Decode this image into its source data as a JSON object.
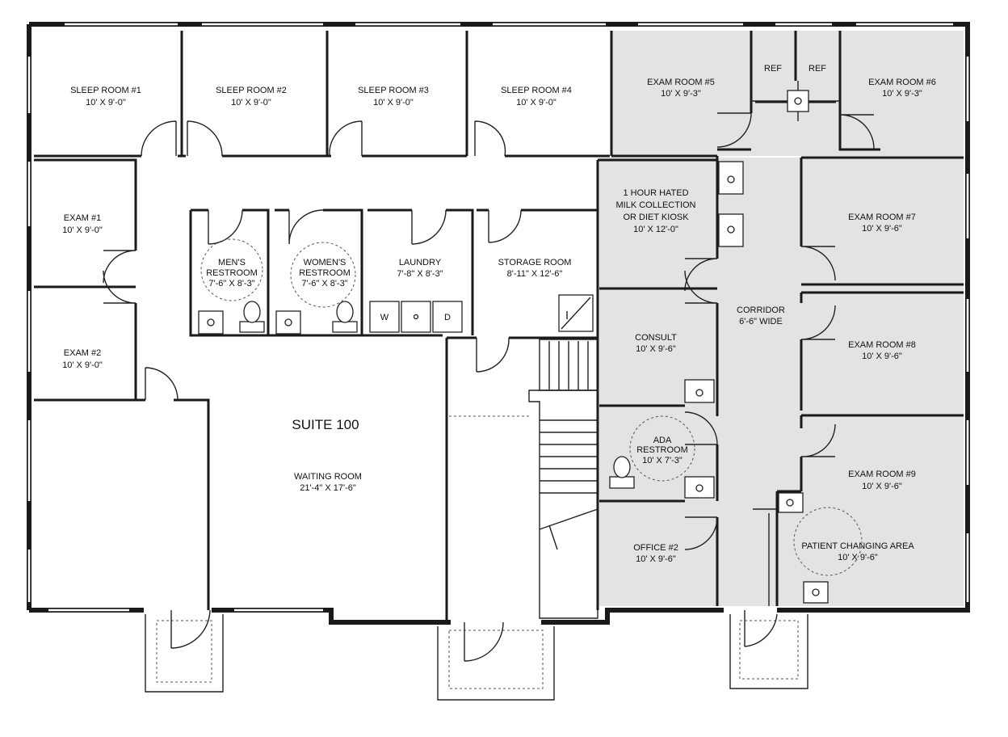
{
  "suite": {
    "title": "SUITE 100"
  },
  "rooms": {
    "sleep1": {
      "name": "SLEEP ROOM #1",
      "size": "10' X 9'-0\""
    },
    "sleep2": {
      "name": "SLEEP ROOM #2",
      "size": "10' X 9'-0\""
    },
    "sleep3": {
      "name": "SLEEP ROOM #3",
      "size": "10' X 9'-0\""
    },
    "sleep4": {
      "name": "SLEEP ROOM #4",
      "size": "10' X 9'-0\""
    },
    "exam5": {
      "name": "EXAM ROOM #5",
      "size": "10' X 9'-3\""
    },
    "exam6": {
      "name": "EXAM ROOM #6",
      "size": "10' X 9'-3\""
    },
    "ref_left": {
      "name": "REF"
    },
    "ref_right": {
      "name": "REF"
    },
    "exam1": {
      "name": "EXAM #1",
      "size": "10' X 9'-0\""
    },
    "exam2": {
      "name": "EXAM #2",
      "size": "10' X 9'-0\""
    },
    "mens": {
      "line1": "MEN'S",
      "line2": "RESTROOM",
      "size": "7'-6\" X 8'-3\""
    },
    "womens": {
      "line1": "WOMEN'S",
      "line2": "RESTROOM",
      "size": "7'-6\" X 8'-3\""
    },
    "laundry": {
      "name": "LAUNDRY",
      "size": "7'-8\" X 8'-3\""
    },
    "storage": {
      "name": "STORAGE ROOM",
      "size": "8'-11\" X 12'-6\""
    },
    "kiosk": {
      "line1": "1 HOUR HATED",
      "line2": "MILK COLLECTION",
      "line3": "OR DIET KIOSK",
      "size": "10' X 12'-0\""
    },
    "exam7": {
      "name": "EXAM ROOM #7",
      "size": "10' X 9'-6\""
    },
    "corridor": {
      "name": "CORRIDOR",
      "size": "6'-6\" WIDE"
    },
    "consult": {
      "name": "CONSULT",
      "size": "10' X 9'-6\""
    },
    "exam8": {
      "name": "EXAM ROOM #8",
      "size": "10' X 9'-6\""
    },
    "ada": {
      "line1": "ADA",
      "line2": "RESTROOM",
      "size": "10' X 7'-3\""
    },
    "exam9": {
      "name": "EXAM ROOM #9",
      "size": "10' X 9'-6\""
    },
    "changing": {
      "name": "PATIENT CHANGING AREA",
      "size": "10' X 9'-6\""
    },
    "office2": {
      "name": "OFFICE #2",
      "size": "10' X 9'-6\""
    },
    "waiting": {
      "name": "WAITING ROOM",
      "size": "21'-4\" X 17'-6\""
    }
  },
  "appliances": {
    "washer": "W",
    "dryer": "D"
  },
  "colors": {
    "wall": "#1a1a1a",
    "shaded": "#e3e3e3",
    "background": "#ffffff"
  }
}
